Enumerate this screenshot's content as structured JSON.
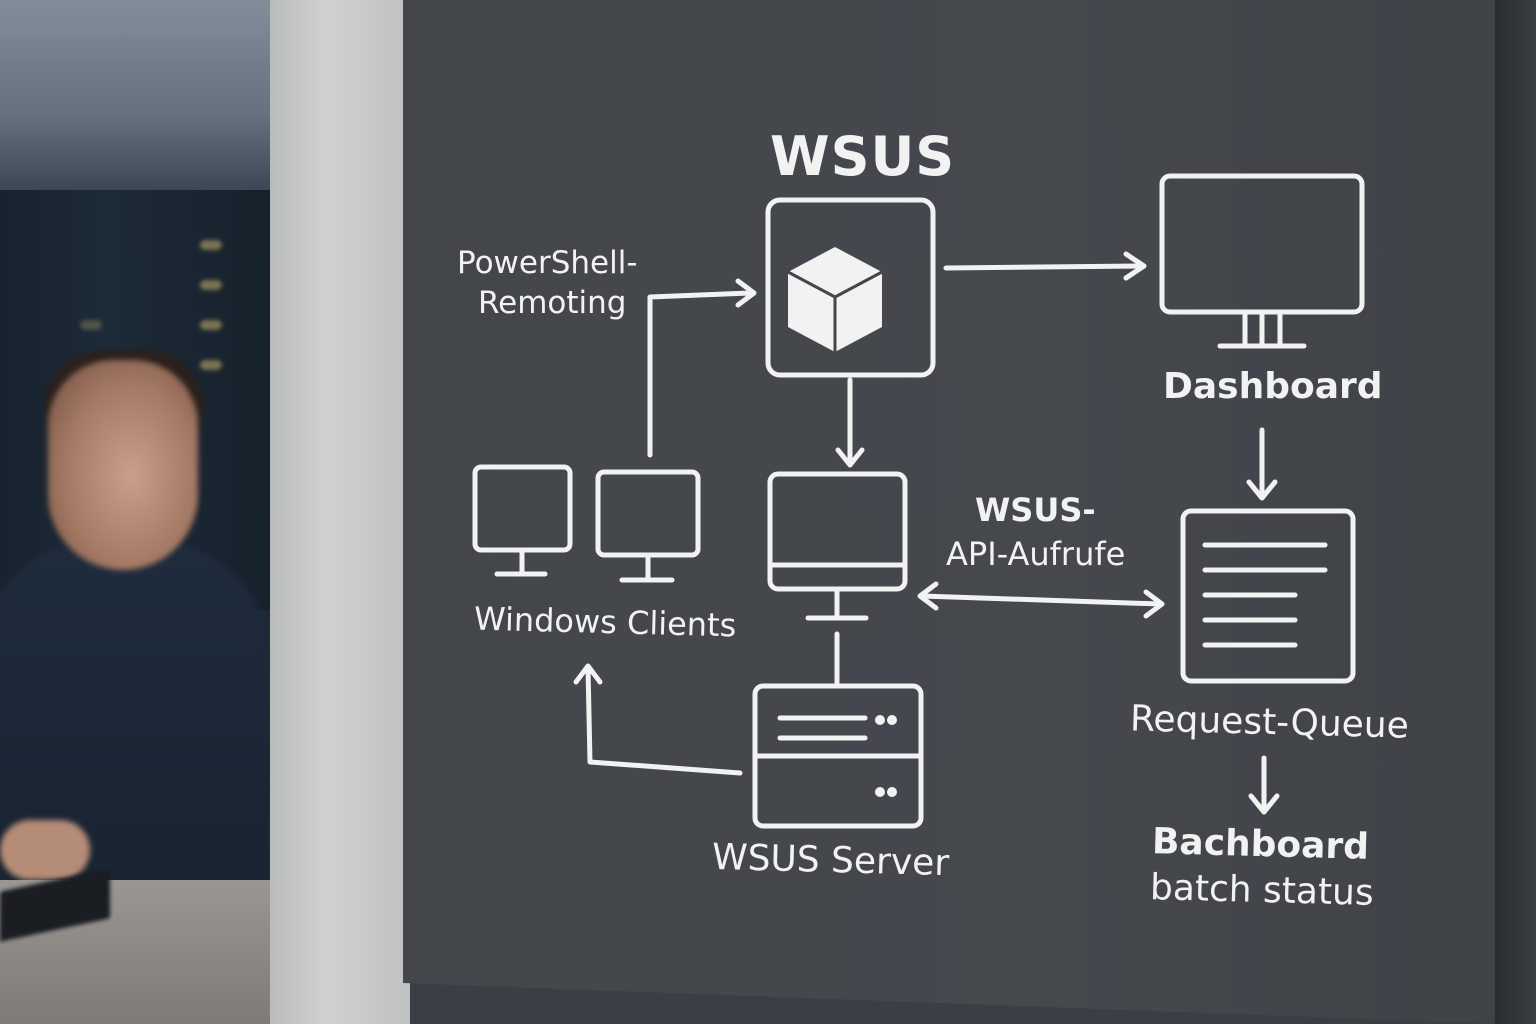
{
  "diagram": {
    "title": "WSUS",
    "labels": {
      "powershell_line1": "PowerShell-",
      "powershell_line2": "Remoting",
      "dashboard": "Dashboard",
      "windows_clients": "Windows Clients",
      "api_line1": "WSUS-",
      "api_line2": "API-Aufrufe",
      "request_queue": "Request-Queue",
      "wsus_server": "WSUS Server",
      "status_line1": "Bachboard",
      "status_line2": "batch status"
    }
  },
  "colors": {
    "board": "#43474c",
    "line": "#f2f2f2"
  }
}
